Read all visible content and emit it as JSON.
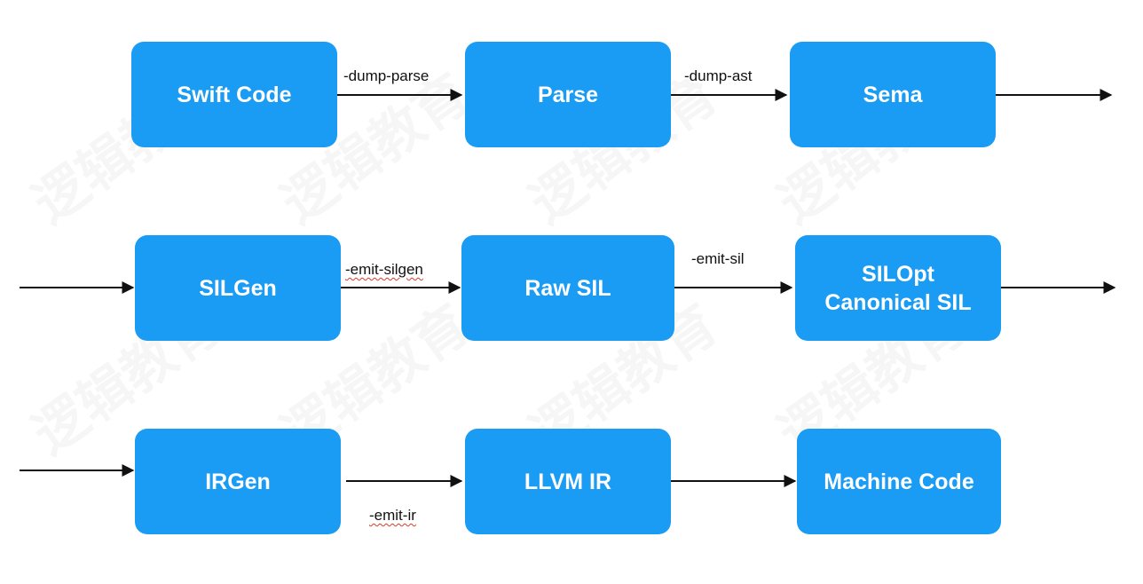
{
  "watermark_text": "逻辑教育",
  "colors": {
    "node_fill": "#1a9bf4",
    "node_text": "#ffffff",
    "edge": "#111111",
    "spellcheck_underline": "#d93a2b"
  },
  "nodes": {
    "swift_code": "Swift Code",
    "parse": "Parse",
    "sema": "Sema",
    "silgen": "SILGen",
    "raw_sil": "Raw SIL",
    "silopt_line1": "SILOpt",
    "silopt_line2": "Canonical SIL",
    "irgen": "IRGen",
    "llvm_ir": "LLVM IR",
    "machine_code": "Machine Code"
  },
  "edges": {
    "dump_parse": "-dump-parse",
    "dump_ast": "-dump-ast",
    "emit_silgen": "-emit-silgen",
    "emit_sil": "-emit-sil",
    "emit_ir": "-emit-ir"
  }
}
